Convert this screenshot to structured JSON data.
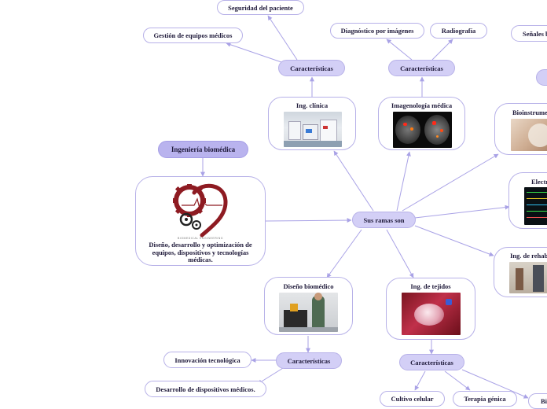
{
  "root": {
    "title": "Ingeniería biomédica",
    "description": "Diseño, desarrollo y optimización de equipos, dispositivos y tecnologías médicas.",
    "logo_caption": "BIOMEDICAL ENGINEERING"
  },
  "hub": {
    "label": "Sus ramas son"
  },
  "branches": {
    "clinica": {
      "title": "Ing. clínica",
      "characteristics_label": "Características",
      "items": [
        "Seguridad del paciente",
        "Gestión de equipos médicos"
      ]
    },
    "imagenologia": {
      "title": "Imagenología médica",
      "characteristics_label": "Características",
      "items": [
        "Diagnóstico por imágenes",
        "Radiografía"
      ]
    },
    "bioinstrumentacion": {
      "title": "Bioinstrumen",
      "items": [
        "Señales b"
      ]
    },
    "electro": {
      "title": "Electr"
    },
    "rehabilitacion": {
      "title": "Ing. de rehabi"
    },
    "diseno": {
      "title": "Diseño biomédico",
      "characteristics_label": "Características",
      "items": [
        "Innovación tecnológica",
        "Desarrollo de dispositivos médicos."
      ]
    },
    "tejidos": {
      "title": "Ing. de tejidos",
      "characteristics_label": "Características",
      "items": [
        "Cultivo celular",
        "Terapia génica",
        "Bi"
      ]
    }
  },
  "colors": {
    "node_fill": "#d3cff6",
    "root_fill": "#b9b3ee",
    "border": "#b7b1e8",
    "connector": "#a9a2e6",
    "logo_red": "#8e1b22"
  }
}
